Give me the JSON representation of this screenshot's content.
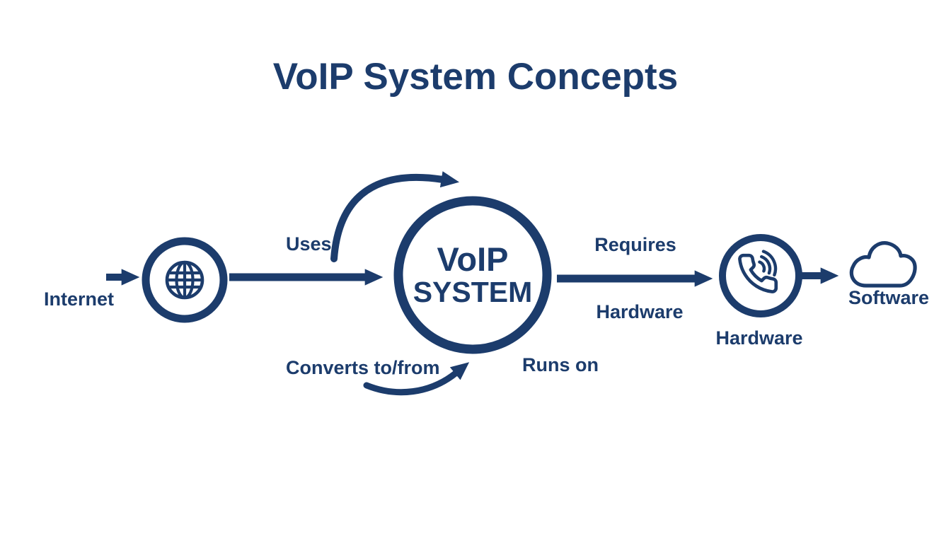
{
  "title": "VoIP System Concepts",
  "colors": {
    "ink": "#1c3c6c",
    "background": "#ffffff"
  },
  "nodes": {
    "internet": {
      "label": "Internet",
      "icon": "globe-icon"
    },
    "voip": {
      "line1": "VoIP",
      "line2": "SYSTEM"
    },
    "hardware": {
      "label": "Hardware",
      "icon": "phone-icon"
    },
    "software": {
      "label": "Software",
      "icon": "cloud-icon"
    }
  },
  "edges": {
    "uses": {
      "label": "Uses"
    },
    "converts": {
      "label": "Converts to/from"
    },
    "requires": {
      "label": "Requires"
    },
    "requires_object": {
      "label": "Hardware"
    },
    "runs_on": {
      "label": "Runs on"
    }
  }
}
